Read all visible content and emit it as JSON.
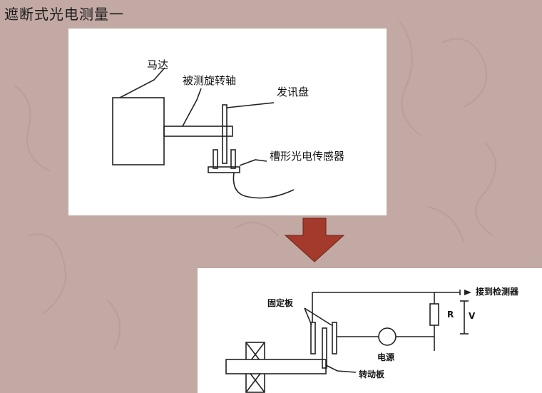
{
  "slide": {
    "title": "遮断式光电测量一"
  },
  "diagram_top": {
    "labels": {
      "motor": "马达",
      "shaft": "被测旋转轴",
      "disc": "发讯盘",
      "sensor": "槽形光电传感器"
    }
  },
  "diagram_bottom": {
    "labels": {
      "fixed_plate": "固定板",
      "to_detector": "接到检测器",
      "resistor": "R",
      "voltage": "V",
      "power_source": "电源",
      "rotating_plate": "转动板"
    }
  },
  "colors": {
    "background": "#c2a9a3",
    "arrow": "#a33a2c",
    "panel": "#ffffff",
    "ink": "#111111"
  }
}
